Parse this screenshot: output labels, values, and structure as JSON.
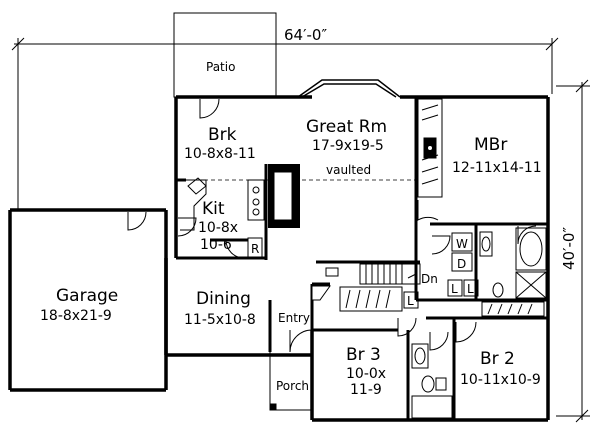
{
  "overall_dims": {
    "width": "64′-0″",
    "depth": "40′-0″"
  },
  "rooms": {
    "patio": "Patio",
    "brk": {
      "name": "Brk",
      "dims": "10-8x8-11"
    },
    "great_rm": {
      "name": "Great Rm",
      "dims": "17-9x19-5",
      "note": "vaulted"
    },
    "mbr": {
      "name": "MBr",
      "dims": "12-11x14-11"
    },
    "kit": {
      "name": "Kit",
      "dims_line1": "10-8x",
      "dims_line2": "10-6"
    },
    "garage": {
      "name": "Garage",
      "dims": "18-8x21-9"
    },
    "dining": {
      "name": "Dining",
      "dims": "11-5x10-8"
    },
    "entry": "Entry",
    "porch": "Porch",
    "br3": {
      "name": "Br 3",
      "dims_line1": "10-0x",
      "dims_line2": "11-9"
    },
    "br2": {
      "name": "Br 2",
      "dims": "10-11x10-9"
    }
  },
  "fixtures": {
    "washer": "W",
    "dryer": "D",
    "linen_1": "L",
    "linen_2": "L",
    "linen_3": "L",
    "refrigerator": "R",
    "stairs_down": "Dn"
  }
}
